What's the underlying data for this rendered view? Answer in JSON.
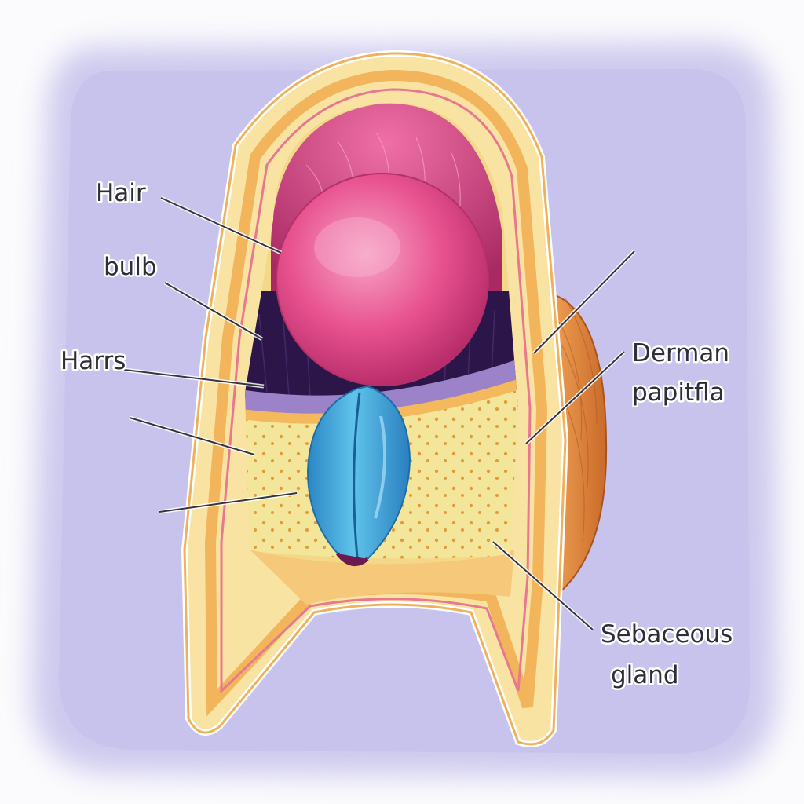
{
  "labels": {
    "hair": "Hair",
    "bulb": "bulb",
    "harrs": "Harrs",
    "derman_line1": "Derman",
    "derman_line2": "papitfla",
    "sebaceous_line1": "Sebaceous",
    "sebaceous_line2": "gland"
  },
  "colors": {
    "background_panel": "#c9c6ec",
    "outer_sheath": "#f8e3a3",
    "sheath_border": "#f0b35a",
    "bulb": "#e8528f",
    "bulb_cap": "#c93d7a",
    "dark_matrix": "#2c1548",
    "purple_band": "#9b82c9",
    "dotted_layer": "#f3e69a",
    "dots": "#e39a3a",
    "papilla": "#3fa9d8",
    "gland": "#e08a3c"
  }
}
